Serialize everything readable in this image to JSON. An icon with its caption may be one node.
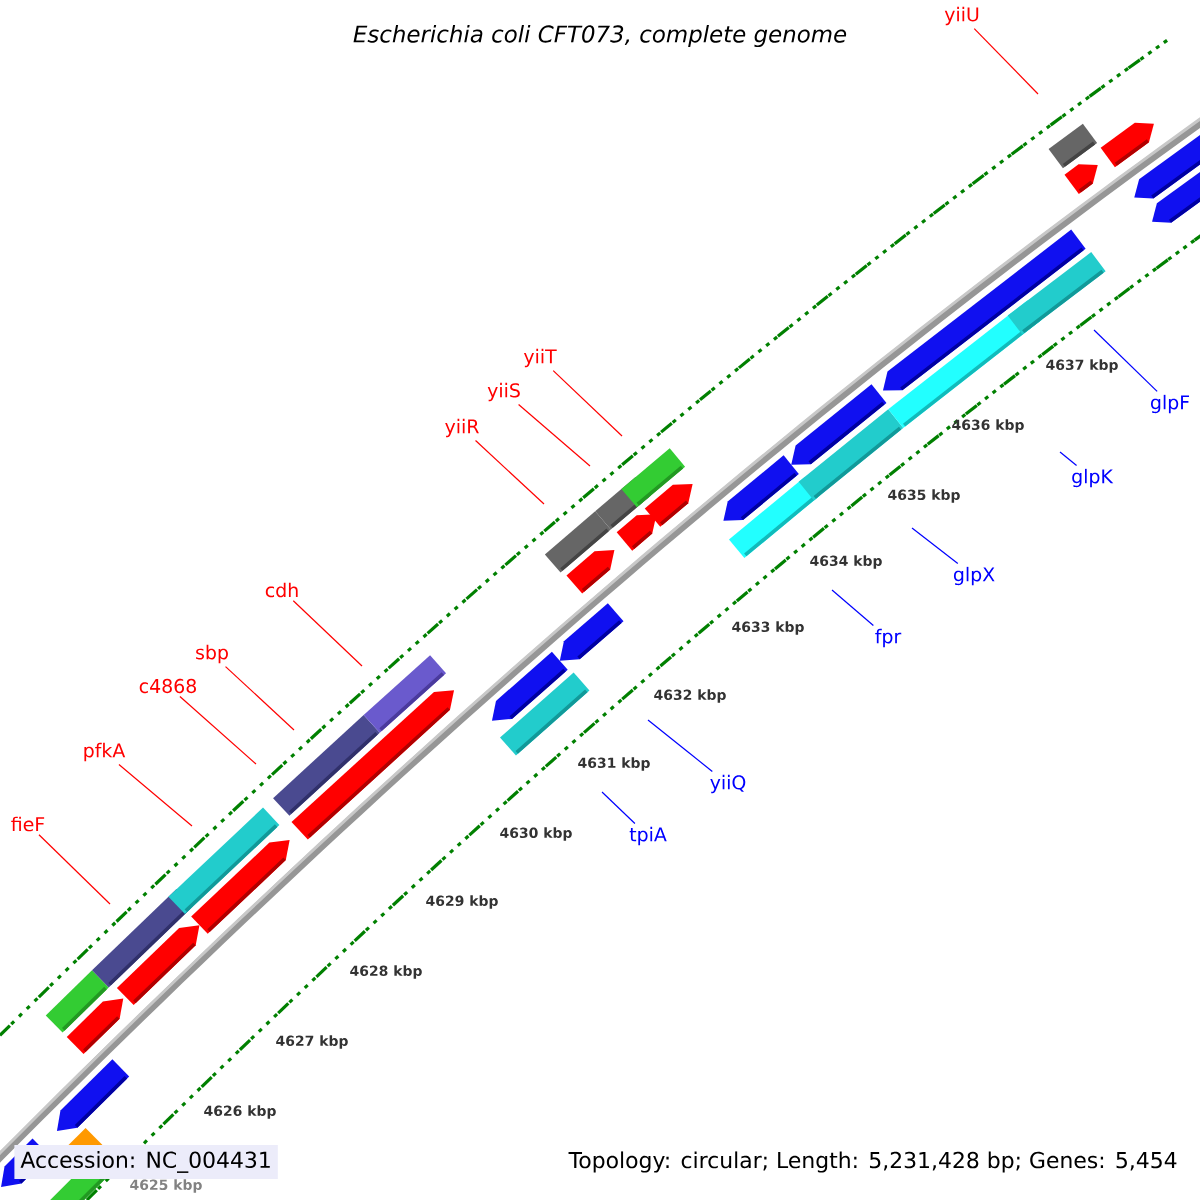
{
  "diagram": {
    "title": "Escherichia coli CFT073, complete genome",
    "nodes": [
      {
        "text": [
          "fieF"
        ]
      },
      {
        "text": [
          "pfkA"
        ]
      },
      {
        "text": [
          "c4868"
        ]
      },
      {
        "text": [
          "sbp"
        ]
      },
      {
        "text": [
          "cdh"
        ]
      },
      {
        "text": [
          "yiiR"
        ]
      },
      {
        "text": [
          "yiiS"
        ]
      },
      {
        "text": [
          "yiiT"
        ]
      },
      {
        "text": [
          "yiiU"
        ]
      },
      {
        "text": [
          "tpiA"
        ]
      },
      {
        "text": [
          "yiiQ"
        ]
      },
      {
        "text": [
          "fpr"
        ]
      },
      {
        "text": [
          "glpX"
        ]
      },
      {
        "text": [
          "glpK"
        ]
      },
      {
        "text": [
          "glpF"
        ]
      }
    ],
    "edges": [
      {
        "from": 0,
        "to": null,
        "arrow": "none"
      },
      {
        "from": 1,
        "to": null,
        "arrow": "none"
      },
      {
        "from": 2,
        "to": null,
        "arrow": "none"
      },
      {
        "from": 3,
        "to": null,
        "arrow": "none"
      },
      {
        "from": 4,
        "to": null,
        "arrow": "none"
      },
      {
        "from": 5,
        "to": null,
        "arrow": "none"
      },
      {
        "from": 6,
        "to": null,
        "arrow": "none"
      },
      {
        "from": 7,
        "to": null,
        "arrow": "none"
      },
      {
        "from": 8,
        "to": null,
        "arrow": "none"
      },
      {
        "from": 9,
        "to": null,
        "arrow": "none",
        "color": "#0000ff"
      },
      {
        "from": 10,
        "to": null,
        "arrow": "none",
        "color": "#0000ff"
      },
      {
        "from": 11,
        "to": null,
        "arrow": "none",
        "color": "#0000ff"
      },
      {
        "from": 12,
        "to": null,
        "arrow": "none",
        "color": "#0000ff"
      },
      {
        "from": 13,
        "to": null,
        "arrow": "none",
        "color": "#0000ff"
      },
      {
        "from": 14,
        "to": null,
        "arrow": "none",
        "color": "#0000ff"
      }
    ],
    "labels": [
      "4637 kbp",
      "4636 kbp",
      "4635 kbp",
      "4634 kbp",
      "4633 kbp",
      "4632 kbp",
      "4631 kbp",
      "4630 kbp",
      "4629 kbp",
      "4628 kbp",
      "4627 kbp",
      "4626 kbp",
      "4625 kbp",
      "Accession: NC_004431",
      "Topology: circular; Length: 5,231,428 bp; Genes: 5,454"
    ]
  }
}
